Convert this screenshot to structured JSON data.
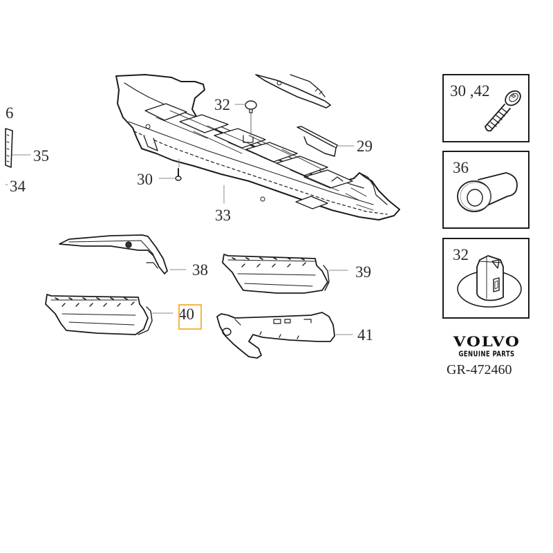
{
  "diagram": {
    "id": "GR-472460",
    "brand": {
      "name": "VOLVO",
      "subtitle": "GENUINE PARTS"
    },
    "highlight_color": "#f5b642",
    "highlighted_callout": "40",
    "callouts": {
      "c6": "6",
      "c35": "35",
      "c34": "34",
      "c32": "32",
      "c29": "29",
      "c30": "30",
      "c33": "33",
      "c38": "38",
      "c39": "39",
      "c40": "40",
      "c41": "41"
    },
    "insets": [
      {
        "label": "30 ,42",
        "part": "screw"
      },
      {
        "label": "36",
        "part": "bushing-nut"
      },
      {
        "label": "32",
        "part": "push-clip"
      }
    ]
  }
}
